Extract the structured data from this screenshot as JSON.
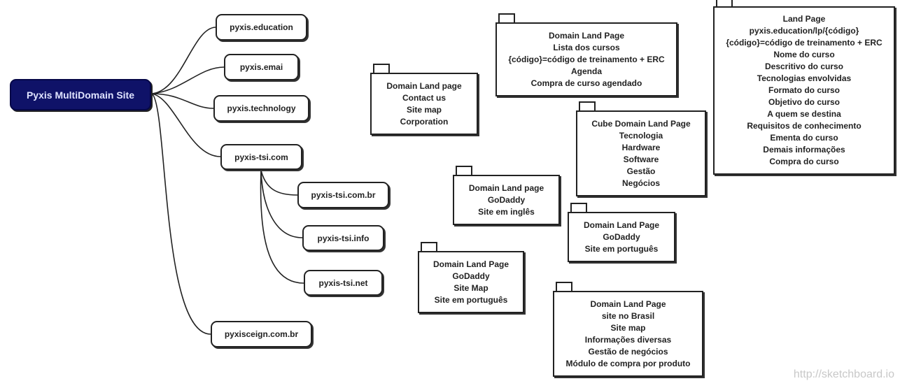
{
  "root": {
    "label": "Pyxis MultiDomain Site"
  },
  "domains": [
    {
      "id": "pyxis-education",
      "label": "pyxis.education"
    },
    {
      "id": "pyxis-emai",
      "label": "pyxis.emai"
    },
    {
      "id": "pyxis-technology",
      "label": "pyxis.technology"
    },
    {
      "id": "pyxis-tsi-com",
      "label": "pyxis-tsi.com"
    },
    {
      "id": "pyxis-tsi-com-br",
      "label": "pyxis-tsi.com.br"
    },
    {
      "id": "pyxis-tsi-info",
      "label": "pyxis-tsi.info"
    },
    {
      "id": "pyxis-tsi-net",
      "label": "pyxis-tsi.net"
    },
    {
      "id": "pyxisceign-com-br",
      "label": "pyxisceign.com.br"
    }
  ],
  "notes": [
    {
      "id": "education-landpage",
      "lines": [
        "Domain Land Page",
        "Lista dos cursos",
        "{código}=código de treinamento + ERC",
        "Agenda",
        "Compra de curso agendado"
      ]
    },
    {
      "id": "education-lp-detail",
      "lines": [
        "Land Page",
        "pyxis.education/lp/{código}",
        "{código}=código de treinamento + ERC",
        "Nome do curso",
        "Descritivo do curso",
        "Tecnologias envolvidas",
        "Formato do curso",
        "Objetivo do curso",
        "A quem se destina",
        "Requisitos de conhecimento",
        "Ementa do curso",
        "Demais informações",
        "Compra do curso"
      ]
    },
    {
      "id": "tsi-com-landpage",
      "lines": [
        "Domain Land page",
        "Contact us",
        "Site map",
        "Corporation"
      ]
    },
    {
      "id": "cube-landpage",
      "lines": [
        "Cube Domain Land Page",
        "Tecnologia",
        "Hardware",
        "Software",
        "Gestão",
        "Negócios"
      ]
    },
    {
      "id": "tsi-info-landpage",
      "lines": [
        "Domain Land page",
        "GoDaddy",
        "Site em inglês"
      ]
    },
    {
      "id": "tsi-net-landpage",
      "lines": [
        "Domain Land Page",
        "GoDaddy",
        "Site em português"
      ]
    },
    {
      "id": "tsi-com-br-landpage",
      "lines": [
        "Domain Land Page",
        "GoDaddy",
        "Site Map",
        "Site em português"
      ]
    },
    {
      "id": "ceign-landpage",
      "lines": [
        "Domain Land Page",
        "site no Brasil",
        "Site map",
        "Informações diversas",
        "Gestão de negócios",
        "Módulo de compra por produto"
      ]
    }
  ],
  "watermark": "http://sketchboard.io",
  "colors": {
    "root_fill": "#0f1268",
    "root_text": "#dfe3ff",
    "stroke": "#222222",
    "watermark": "#c8c8c8"
  }
}
